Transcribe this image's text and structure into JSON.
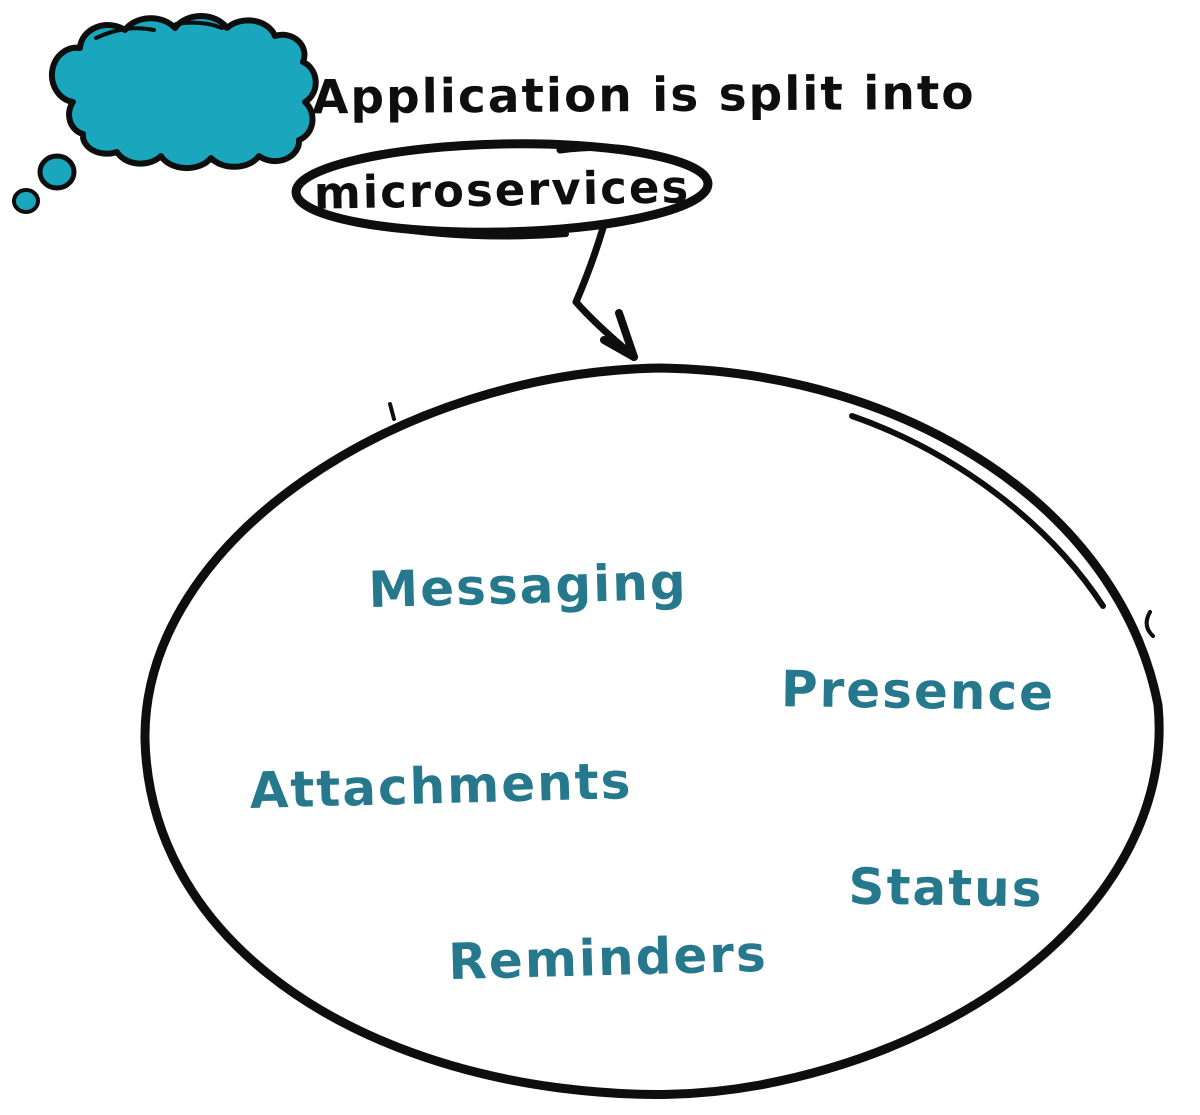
{
  "colors": {
    "background": "#ffffff",
    "bubble_fill": "#1aa7bd",
    "ink": "#0e0e0e",
    "service_text": "#26798d"
  },
  "annotation": {
    "line1": "Application is split into",
    "circled_word": "microservices"
  },
  "services": [
    {
      "label": "Messaging"
    },
    {
      "label": "Presence"
    },
    {
      "label": "Attachments"
    },
    {
      "label": "Status"
    },
    {
      "label": "Reminders"
    }
  ],
  "icons": {
    "thought_bubble": "hand-drawn teal cloud with two trailing dots",
    "circle_annotation": "hand-drawn ellipse around the word microservices",
    "arrow": "bent sketch arrow pointing down-right",
    "services_boundary": "large hand-drawn ellipse grouping the services"
  }
}
